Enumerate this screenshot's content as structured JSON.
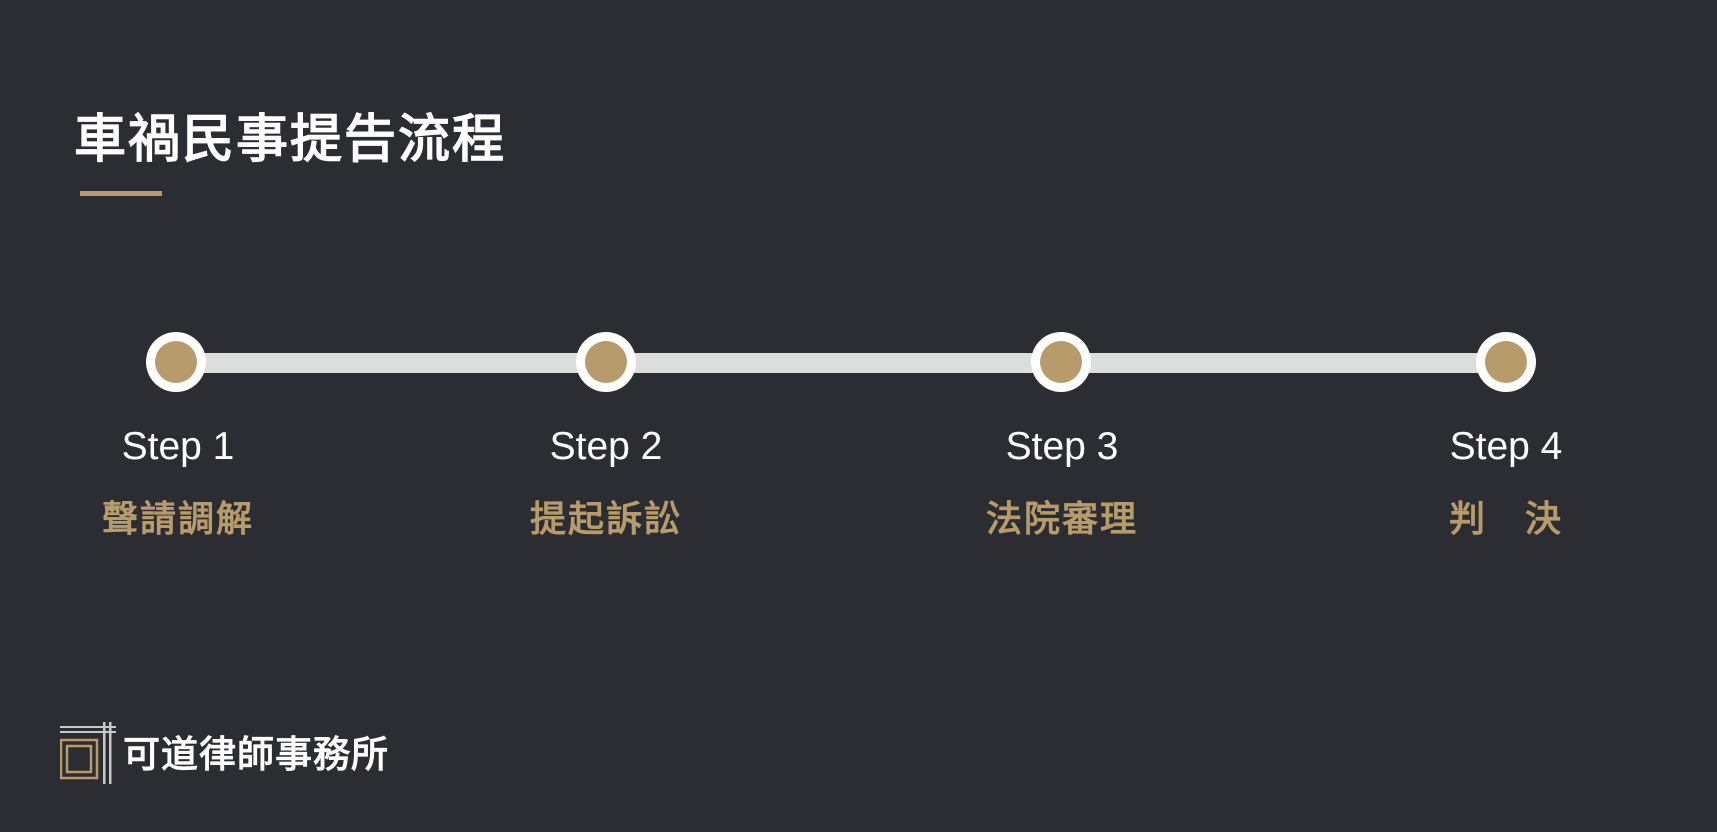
{
  "title": "車禍民事提告流程",
  "colors": {
    "background": "#2c2d33",
    "accent": "#b89b6b",
    "track": "#dcdedc"
  },
  "steps": [
    {
      "step": "Step 1",
      "label": "聲請調解"
    },
    {
      "step": "Step 2",
      "label": "提起訴訟"
    },
    {
      "step": "Step 3",
      "label": "法院審理"
    },
    {
      "step": "Step 4",
      "label": "判　決"
    }
  ],
  "footer": {
    "firm_name": "可道律師事務所"
  }
}
